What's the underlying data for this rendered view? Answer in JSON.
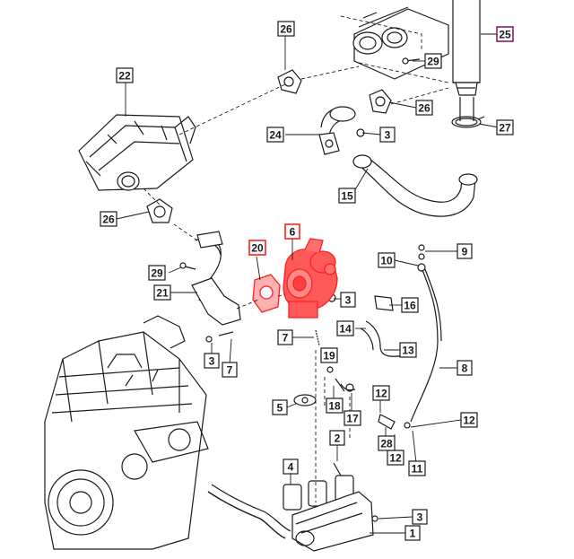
{
  "callouts": [
    {
      "id": "c1",
      "label": "1",
      "style": "normal"
    },
    {
      "id": "c2",
      "label": "2",
      "style": "normal"
    },
    {
      "id": "c3a",
      "label": "3",
      "style": "normal"
    },
    {
      "id": "c3b",
      "label": "3",
      "style": "normal"
    },
    {
      "id": "c3c",
      "label": "3",
      "style": "normal"
    },
    {
      "id": "c3d",
      "label": "3",
      "style": "normal"
    },
    {
      "id": "c4",
      "label": "4",
      "style": "normal"
    },
    {
      "id": "c5",
      "label": "5",
      "style": "normal"
    },
    {
      "id": "c6",
      "label": "6",
      "style": "red"
    },
    {
      "id": "c7a",
      "label": "7",
      "style": "normal"
    },
    {
      "id": "c7b",
      "label": "7",
      "style": "normal"
    },
    {
      "id": "c8",
      "label": "8",
      "style": "normal"
    },
    {
      "id": "c9",
      "label": "9",
      "style": "normal"
    },
    {
      "id": "c10",
      "label": "10",
      "style": "normal"
    },
    {
      "id": "c11",
      "label": "11",
      "style": "normal"
    },
    {
      "id": "c12a",
      "label": "12",
      "style": "normal"
    },
    {
      "id": "c12b",
      "label": "12",
      "style": "normal"
    },
    {
      "id": "c12c",
      "label": "12",
      "style": "normal"
    },
    {
      "id": "c13",
      "label": "13",
      "style": "normal"
    },
    {
      "id": "c14",
      "label": "14",
      "style": "normal"
    },
    {
      "id": "c15",
      "label": "15",
      "style": "normal"
    },
    {
      "id": "c16",
      "label": "16",
      "style": "normal"
    },
    {
      "id": "c17",
      "label": "17",
      "style": "normal"
    },
    {
      "id": "c18",
      "label": "18",
      "style": "normal"
    },
    {
      "id": "c19",
      "label": "19",
      "style": "normal"
    },
    {
      "id": "c20",
      "label": "20",
      "style": "red"
    },
    {
      "id": "c21",
      "label": "21",
      "style": "normal"
    },
    {
      "id": "c22",
      "label": "22",
      "style": "normal"
    },
    {
      "id": "c24",
      "label": "24",
      "style": "normal"
    },
    {
      "id": "c25",
      "label": "25",
      "style": "purple"
    },
    {
      "id": "c26a",
      "label": "26",
      "style": "normal"
    },
    {
      "id": "c26b",
      "label": "26",
      "style": "normal"
    },
    {
      "id": "c26c",
      "label": "26",
      "style": "normal"
    },
    {
      "id": "c27",
      "label": "27",
      "style": "normal"
    },
    {
      "id": "c28",
      "label": "28",
      "style": "normal"
    },
    {
      "id": "c29a",
      "label": "29",
      "style": "normal"
    },
    {
      "id": "c29b",
      "label": "29",
      "style": "normal"
    }
  ],
  "colors": {
    "line": "#1a1a1a",
    "highlight": "#ff2020",
    "highlight_fill": "#ff4a4a",
    "selected": "#8b1a6b"
  }
}
